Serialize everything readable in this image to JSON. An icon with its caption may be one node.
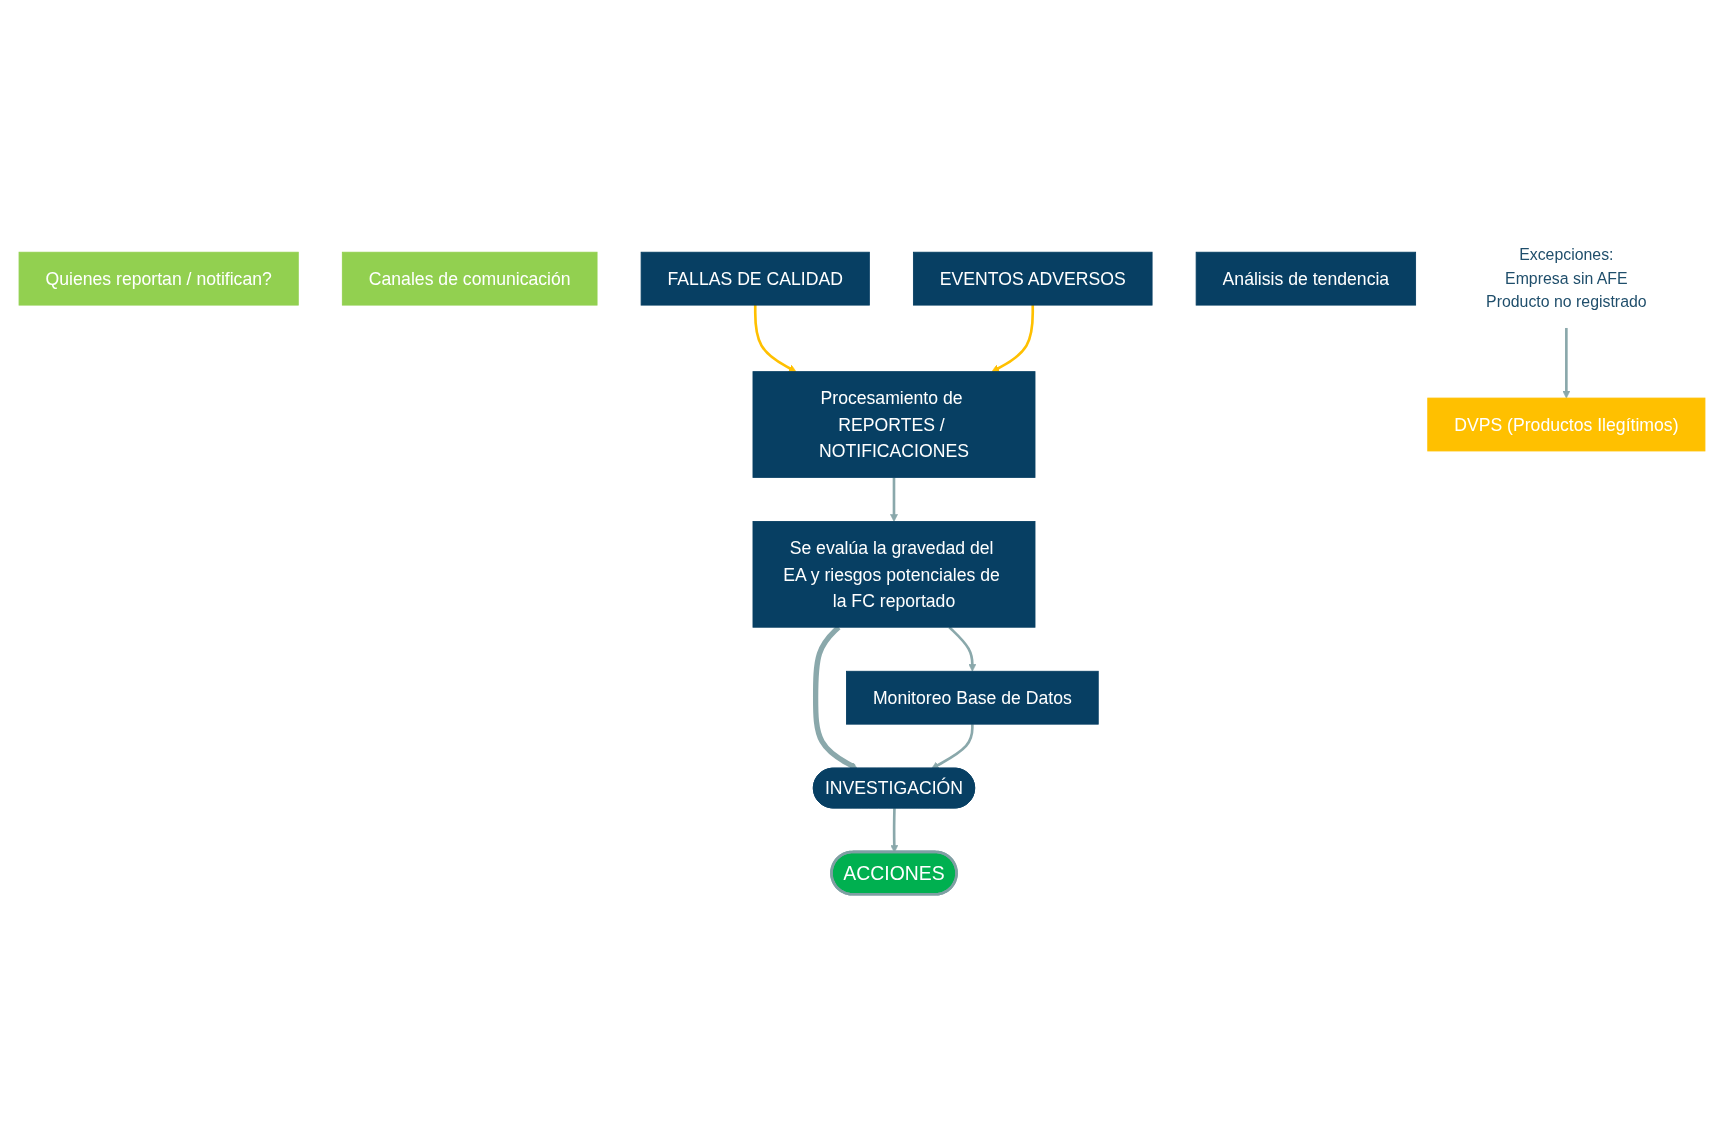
{
  "diagram": {
    "nodes": [
      {
        "text": [
          "Quienes reportan / notifican?"
        ]
      },
      {
        "text": [
          "Canales de comunicación"
        ]
      },
      {
        "text": [
          "Procesamiento de REPORTES / NOTIFICACIONES"
        ]
      },
      {
        "text": [
          "FALLAS DE CALIDAD"
        ]
      },
      {
        "text": [
          "EVENTOS ADVERSOS"
        ]
      },
      {
        "text": [
          "Se evalúa la gravedad del EA y riesgos potenciales de la FC reportado"
        ]
      },
      {
        "text": [
          "Monitoreo Base de Datos"
        ]
      },
      {
        "text": [
          "Análisis de tendencia"
        ]
      },
      {
        "text": [
          "INVESTIGACIÓN"
        ]
      },
      {
        "text": [
          "ACCIONES"
        ]
      },
      {
        "text": [
          "DVPS (Productos Ilegítimos)"
        ]
      },
      {
        "text": [
          "Excepciones:",
          "Empresa sin AFE",
          "Producto no registrado"
        ]
      }
    ],
    "edges": [
      {
        "from": 3,
        "to": 2,
        "arrow": "to",
        "color": "#ffc000"
      },
      {
        "from": 4,
        "to": 2,
        "arrow": "to",
        "color": "#ffc000"
      },
      {
        "from": 2,
        "to": 5,
        "arrow": "to"
      },
      {
        "from": 5,
        "to": 6,
        "arrow": "to"
      },
      {
        "from": 5,
        "to": 8,
        "arrow": "to",
        "style": "thick"
      },
      {
        "from": 6,
        "to": 8,
        "arrow": "to"
      },
      {
        "from": 8,
        "to": 9,
        "arrow": "to"
      },
      {
        "from": 11,
        "to": 10,
        "arrow": "to"
      }
    ]
  }
}
